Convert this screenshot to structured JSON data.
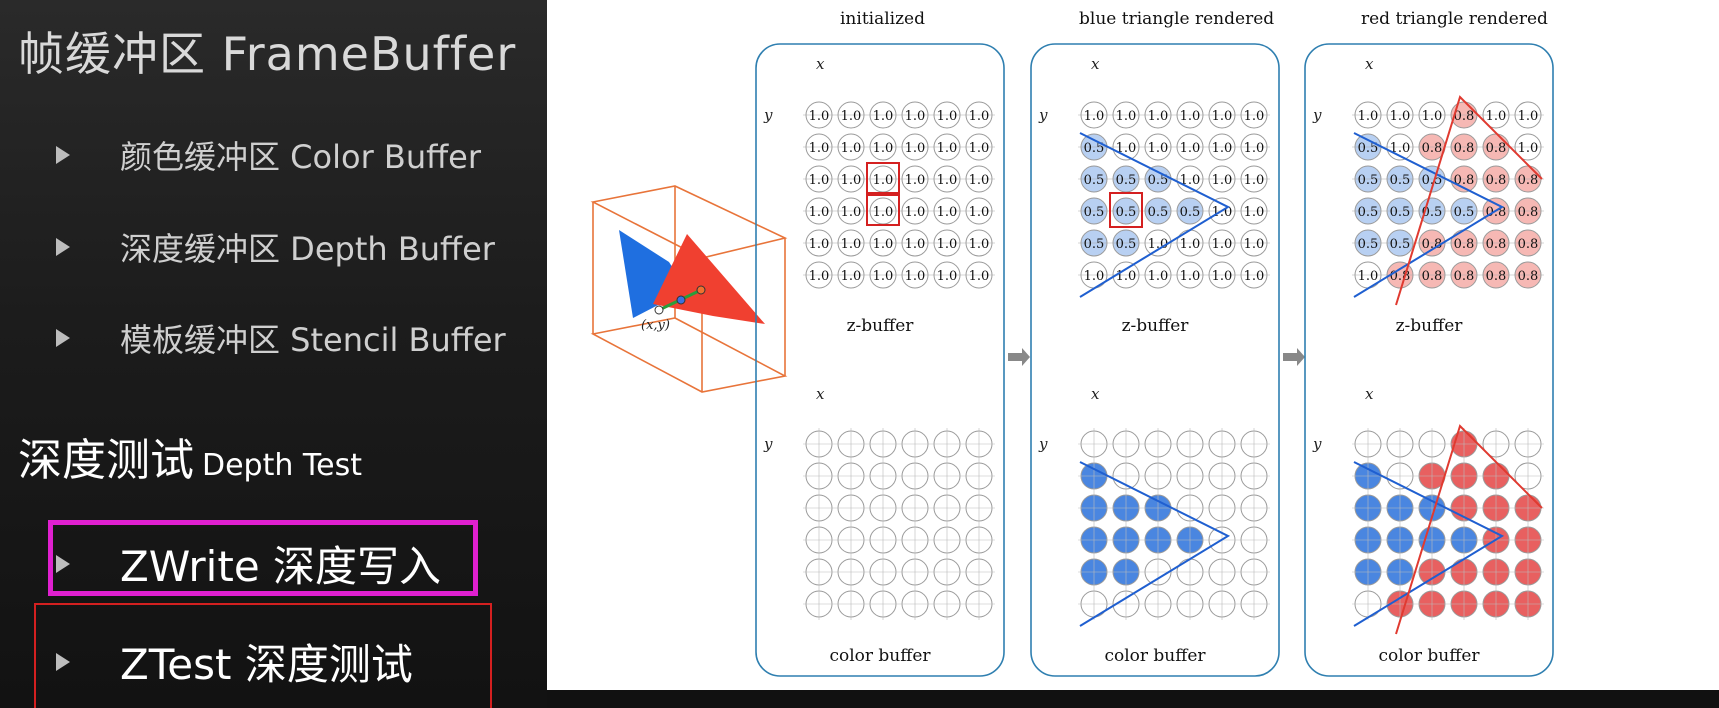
{
  "slide": {
    "title": "帧缓冲区 FrameBuffer",
    "bullets": [
      {
        "label": "颜色缓冲区 Color Buffer"
      },
      {
        "label": "深度缓冲区 Depth Buffer"
      },
      {
        "label": "模板缓冲区 Stencil Buffer"
      }
    ],
    "section": {
      "cn": "深度测试",
      "en": "Depth Test"
    },
    "sub_bullets": [
      {
        "label": "ZWrite 深度写入"
      },
      {
        "label": "ZTest 深度测试"
      }
    ]
  },
  "colors": {
    "highlight_magenta": "#e020d0",
    "highlight_red": "#d42020",
    "blue_fill": "#4a86e0",
    "red_fill": "#e86060",
    "panel_border": "#2f7fb0"
  },
  "figure": {
    "point_label": "(x,y)",
    "x_label": "x",
    "y_label": "y",
    "zbuffer_label": "z-buffer",
    "colorbuffer_label": "color buffer",
    "panels": [
      {
        "title": "initialized",
        "z": [
          [
            "1.0",
            "1.0",
            "1.0",
            "1.0",
            "1.0",
            "1.0"
          ],
          [
            "1.0",
            "1.0",
            "1.0",
            "1.0",
            "1.0",
            "1.0"
          ],
          [
            "1.0",
            "1.0",
            "1.0",
            "1.0",
            "1.0",
            "1.0"
          ],
          [
            "1.0",
            "1.0",
            "1.0",
            "1.0",
            "1.0",
            "1.0"
          ],
          [
            "1.0",
            "1.0",
            "1.0",
            "1.0",
            "1.0",
            "1.0"
          ],
          [
            "1.0",
            "1.0",
            "1.0",
            "1.0",
            "1.0",
            "1.0"
          ]
        ],
        "c": [
          [
            "",
            "",
            "",
            "",
            "",
            ""
          ],
          [
            "",
            "",
            "",
            "",
            "",
            ""
          ],
          [
            "",
            "",
            "",
            "",
            "",
            ""
          ],
          [
            "",
            "",
            "",
            "",
            "",
            ""
          ],
          [
            "",
            "",
            "",
            "",
            "",
            ""
          ],
          [
            "",
            "",
            "",
            "",
            "",
            ""
          ]
        ]
      },
      {
        "title": "blue triangle rendered",
        "z": [
          [
            "1.0",
            "1.0",
            "1.0",
            "1.0",
            "1.0",
            "1.0"
          ],
          [
            "0.5",
            "1.0",
            "1.0",
            "1.0",
            "1.0",
            "1.0"
          ],
          [
            "0.5",
            "0.5",
            "0.5",
            "1.0",
            "1.0",
            "1.0"
          ],
          [
            "0.5",
            "0.5",
            "0.5",
            "0.5",
            "1.0",
            "1.0"
          ],
          [
            "0.5",
            "0.5",
            "1.0",
            "1.0",
            "1.0",
            "1.0"
          ],
          [
            "1.0",
            "1.0",
            "1.0",
            "1.0",
            "1.0",
            "1.0"
          ]
        ],
        "c": [
          [
            "",
            "",
            "",
            "",
            "",
            ""
          ],
          [
            "b",
            "",
            "",
            "",
            "",
            ""
          ],
          [
            "b",
            "b",
            "b",
            "",
            "",
            ""
          ],
          [
            "b",
            "b",
            "b",
            "b",
            "",
            ""
          ],
          [
            "b",
            "b",
            "",
            "",
            "",
            ""
          ],
          [
            "",
            "",
            "",
            "",
            "",
            ""
          ]
        ]
      },
      {
        "title": "red triangle rendered",
        "z": [
          [
            "1.0",
            "1.0",
            "1.0",
            "0.8",
            "1.0",
            "1.0"
          ],
          [
            "0.5",
            "1.0",
            "0.8",
            "0.8",
            "0.8",
            "1.0"
          ],
          [
            "0.5",
            "0.5",
            "0.5",
            "0.8",
            "0.8",
            "0.8"
          ],
          [
            "0.5",
            "0.5",
            "0.5",
            "0.5",
            "0.8",
            "0.8"
          ],
          [
            "0.5",
            "0.5",
            "0.8",
            "0.8",
            "0.8",
            "0.8"
          ],
          [
            "1.0",
            "0.8",
            "0.8",
            "0.8",
            "0.8",
            "0.8"
          ]
        ],
        "c": [
          [
            "",
            "",
            "",
            "r",
            "",
            ""
          ],
          [
            "b",
            "",
            "r",
            "r",
            "r",
            ""
          ],
          [
            "b",
            "b",
            "b",
            "r",
            "r",
            "r"
          ],
          [
            "b",
            "b",
            "b",
            "b",
            "r",
            "r"
          ],
          [
            "b",
            "b",
            "r",
            "r",
            "r",
            "r"
          ],
          [
            "",
            "r",
            "r",
            "r",
            "r",
            "r"
          ]
        ]
      }
    ]
  }
}
